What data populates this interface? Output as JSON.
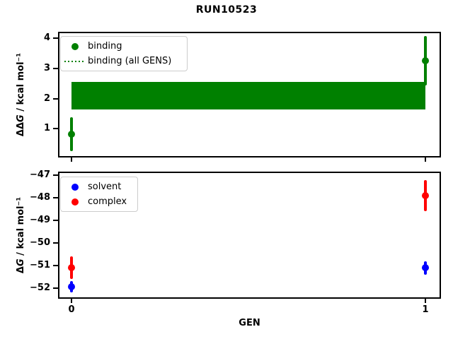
{
  "title": "RUN10523",
  "xlabel": "GEN",
  "colors": {
    "binding": "#008000",
    "solvent": "#0000ff",
    "complex": "#ff0000",
    "axis": "#000000",
    "legend_border": "#cccccc"
  },
  "chart_data": [
    {
      "type": "scatter",
      "ylabel": "ΔΔG / kcal mol⁻¹",
      "ylabel_parts": {
        "prefix": "ΔΔ",
        "symbol": "G",
        "suffix": " / kcal mol⁻¹"
      },
      "x": [
        0,
        1
      ],
      "xlim": [
        -0.038,
        1.044
      ],
      "ylim": [
        0.05,
        4.22
      ],
      "yticks": [
        1,
        2,
        3,
        4
      ],
      "grid": false,
      "legend_position": "upper left",
      "series": [
        {
          "name": "binding",
          "style": "errorbar",
          "marker": "circle",
          "color": "#008000",
          "values": [
            0.82,
            3.26
          ],
          "errors": [
            0.56,
            0.81
          ]
        }
      ],
      "band": {
        "name": "binding (all GENS)",
        "color": "#008000",
        "legend_linestyle": "dotted",
        "mean": 2.1,
        "low": 1.65,
        "high": 2.55
      }
    },
    {
      "type": "scatter",
      "ylabel": "ΔG / kcal mol⁻¹",
      "ylabel_parts": {
        "prefix": "Δ",
        "symbol": "G",
        "suffix": " / kcal mol⁻¹"
      },
      "xlabel": "GEN",
      "x": [
        0,
        1
      ],
      "xlim": [
        -0.038,
        1.044
      ],
      "ylim": [
        -52.47,
        -46.84
      ],
      "yticks": [
        -47,
        -48,
        -49,
        -50,
        -51,
        -52
      ],
      "xticks": [
        0,
        1
      ],
      "xticklabels": [
        "0",
        "1"
      ],
      "grid": false,
      "legend_position": "upper left",
      "series": [
        {
          "name": "solvent",
          "style": "errorbar",
          "marker": "circle",
          "color": "#0000ff",
          "values": [
            -51.95,
            -51.1
          ],
          "errors": [
            0.25,
            0.3
          ]
        },
        {
          "name": "complex",
          "style": "errorbar",
          "marker": "circle",
          "color": "#ff0000",
          "values": [
            -51.1,
            -47.9
          ],
          "errors": [
            0.5,
            0.7
          ]
        }
      ]
    }
  ]
}
